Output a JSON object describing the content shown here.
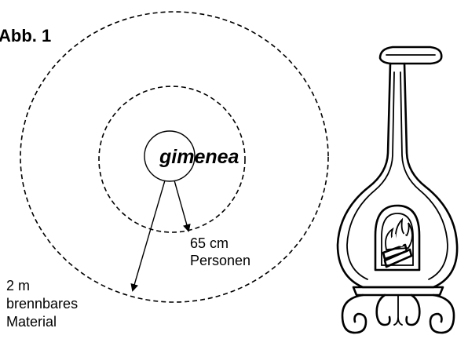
{
  "figure": {
    "title": "Abb. 1",
    "center_label": "gimenea",
    "inner_radius": {
      "value": "65 cm",
      "subject": "Personen"
    },
    "outer_radius": {
      "value": "2 m",
      "line2": "brennbares",
      "line3": "Material"
    }
  },
  "colors": {
    "ink": "#000000",
    "background": "#ffffff"
  },
  "icons": [
    "chimenea-stove-icon"
  ]
}
